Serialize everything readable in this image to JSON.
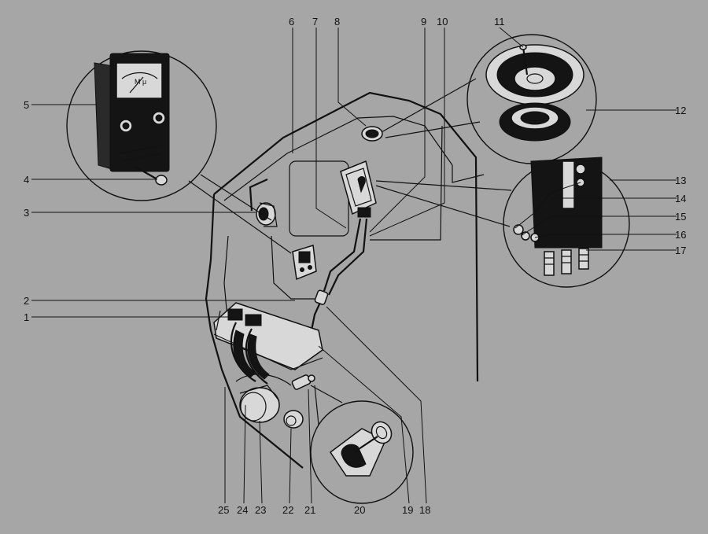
{
  "figure": {
    "callouts": {
      "c1": "1",
      "c2": "2",
      "c3": "3",
      "c4": "4",
      "c5": "5",
      "c6": "6",
      "c7": "7",
      "c8": "8",
      "c9": "9",
      "c10": "10",
      "c11": "11",
      "c12": "12",
      "c13": "13",
      "c14": "14",
      "c15": "15",
      "c16": "16",
      "c17": "17",
      "c18": "18",
      "c19": "19",
      "c20": "20",
      "c21": "21",
      "c22": "22",
      "c23": "23",
      "c24": "24",
      "c25": "25"
    },
    "meter_scale_label": "M μ"
  },
  "colors": {
    "background": "#a6a6a6",
    "line": "#111111",
    "fill_dark": "#141414",
    "fill_light": "#d8d8d8"
  }
}
